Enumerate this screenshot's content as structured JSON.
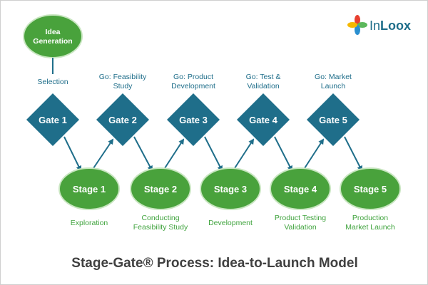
{
  "title": "Stage-Gate® Process: Idea-to-Launch Model",
  "brand": {
    "name_prefix": "In",
    "name_suffix": "Loox",
    "logo_icon": "inloox-flower-icon"
  },
  "colors": {
    "gate": "#1f6e8a",
    "stage_fill": "#49a23c",
    "stage_stroke": "#c8e6c0",
    "gate_caption": "#1f6e8a",
    "stage_caption": "#3fa33d",
    "title": "#404040",
    "arrow": "#1f6e8a"
  },
  "idea": {
    "lines": [
      "Idea",
      "Generation"
    ],
    "caption": "Selection"
  },
  "gates": [
    {
      "label": "Gate 1",
      "caption": [
        "Selection"
      ]
    },
    {
      "label": "Gate 2",
      "caption": [
        "Go: Feasibility",
        "Study"
      ]
    },
    {
      "label": "Gate 3",
      "caption": [
        "Go: Product",
        "Development"
      ]
    },
    {
      "label": "Gate 4",
      "caption": [
        "Go: Test &",
        "Validation"
      ]
    },
    {
      "label": "Gate 5",
      "caption": [
        "Go: Market",
        "Launch"
      ]
    }
  ],
  "stages": [
    {
      "label": "Stage 1",
      "caption": [
        "Exploration"
      ]
    },
    {
      "label": "Stage 2",
      "caption": [
        "Conducting",
        "Feasibility Study"
      ]
    },
    {
      "label": "Stage 3",
      "caption": [
        "Development"
      ]
    },
    {
      "label": "Stage 4",
      "caption": [
        "Product Testing",
        "Validation"
      ]
    },
    {
      "label": "Stage 5",
      "caption": [
        "Production",
        "Market Launch"
      ]
    }
  ]
}
